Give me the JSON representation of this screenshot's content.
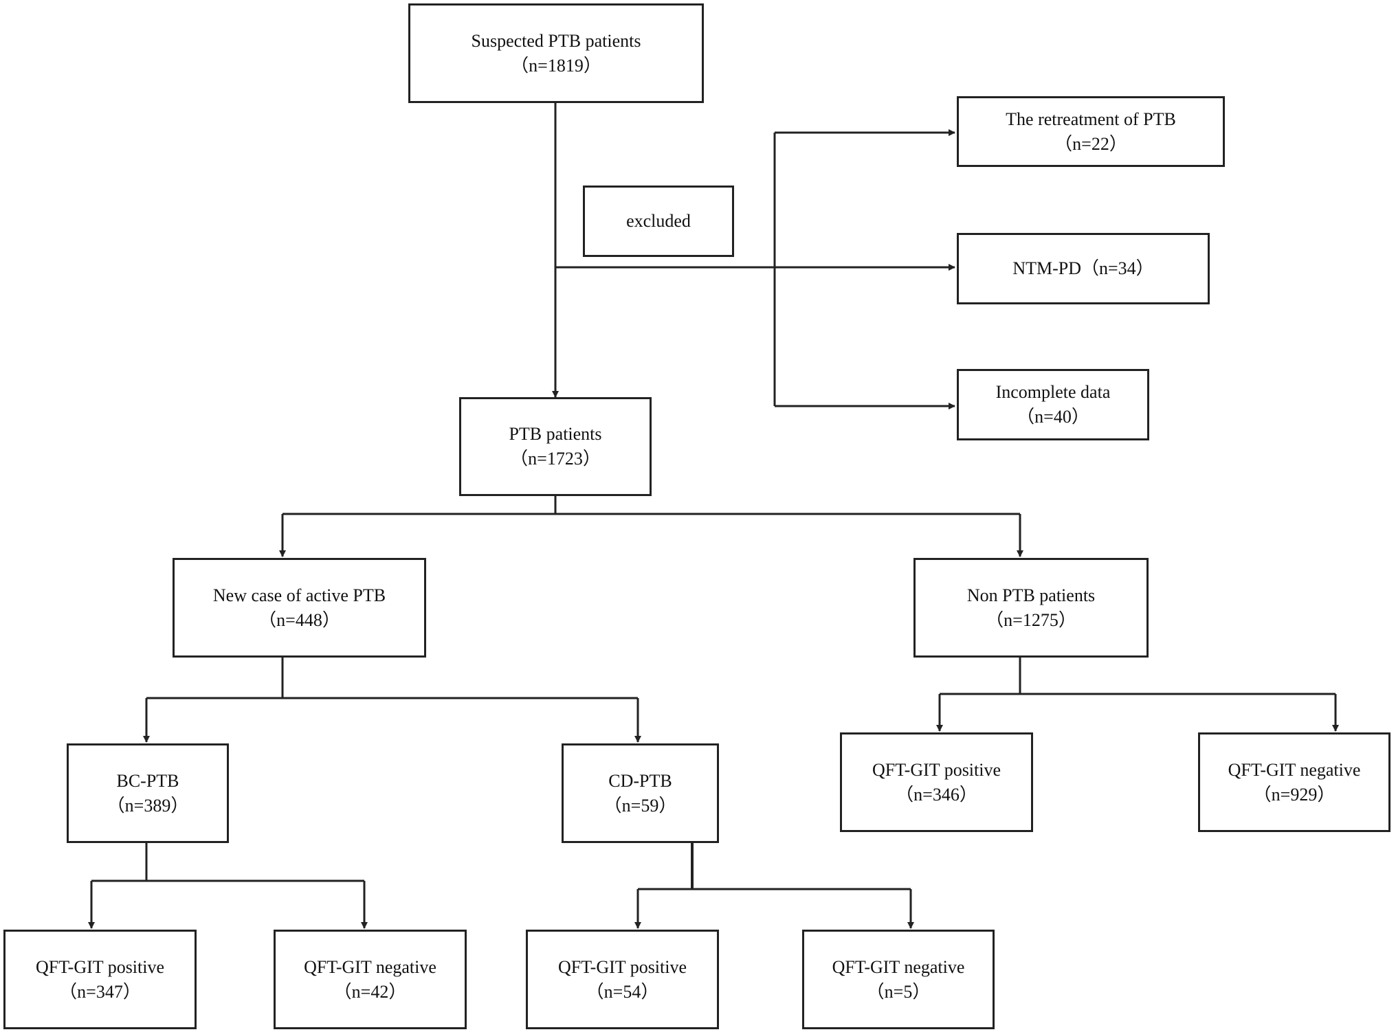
{
  "flowchart": {
    "nodes": {
      "suspected": {
        "label": "Suspected PTB patients",
        "count": "（n=1819）"
      },
      "excluded": {
        "label": "excluded"
      },
      "retreatment": {
        "label": "The retreatment of PTB",
        "count": "（n=22）"
      },
      "ntm_pd": {
        "label": "NTM-PD（n=34）"
      },
      "incomplete": {
        "label": "Incomplete data",
        "count": "（n=40）"
      },
      "ptb_patients": {
        "label": "PTB patients",
        "count": "（n=1723）"
      },
      "new_case": {
        "label": "New case of active PTB",
        "count": "（n=448）"
      },
      "non_ptb": {
        "label": "Non PTB patients",
        "count": "（n=1275）"
      },
      "bc_ptb": {
        "label": "BC-PTB",
        "count": "（n=389）"
      },
      "cd_ptb": {
        "label": "CD-PTB",
        "count": "（n=59）"
      },
      "non_pos": {
        "label": "QFT-GIT positive",
        "count": "（n=346）"
      },
      "non_neg": {
        "label": "QFT-GIT negative",
        "count": "（n=929）"
      },
      "bc_pos": {
        "label": "QFT-GIT positive",
        "count": "（n=347）"
      },
      "bc_neg": {
        "label": "QFT-GIT negative",
        "count": "（n=42）"
      },
      "cd_pos": {
        "label": "QFT-GIT positive",
        "count": "（n=54）"
      },
      "cd_neg": {
        "label": "QFT-GIT negative",
        "count": "（n=5）"
      }
    }
  },
  "colors": {
    "line": "#222222",
    "text": "#111111",
    "background": "#ffffff"
  }
}
